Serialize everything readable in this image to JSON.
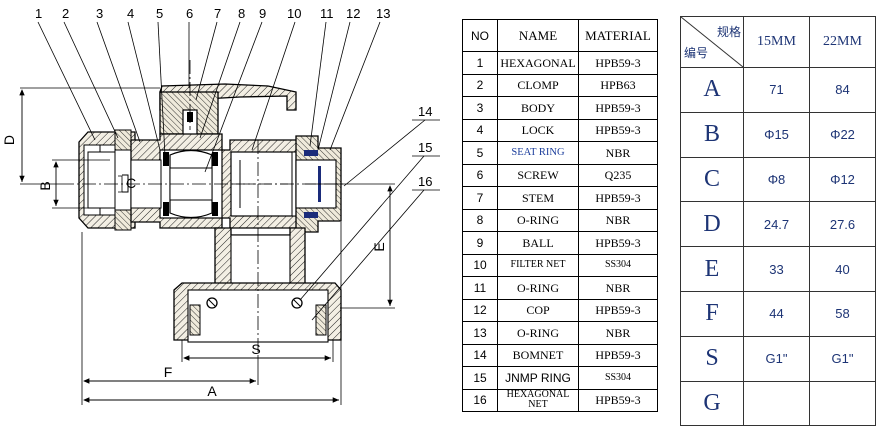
{
  "callouts": [
    "1",
    "2",
    "3",
    "4",
    "5",
    "6",
    "7",
    "8",
    "9",
    "10",
    "11",
    "12",
    "13",
    "14",
    "15",
    "16"
  ],
  "dimension_labels": {
    "D": "D",
    "B": "B",
    "C": "C",
    "E": "E",
    "S": "S",
    "F": "F",
    "A": "A"
  },
  "parts_table": {
    "headers": {
      "no": "NO",
      "name": "NAME",
      "material": "MATERIAL"
    },
    "rows": [
      {
        "no": "1",
        "name": "HEXAGONAL",
        "material": "HPB59-3"
      },
      {
        "no": "2",
        "name": "CLOMP",
        "material": "HPB63"
      },
      {
        "no": "3",
        "name": "BODY",
        "material": "HPB59-3"
      },
      {
        "no": "4",
        "name": "LOCK",
        "material": "HPB59-3"
      },
      {
        "no": "5",
        "name": "SEAT RING",
        "material": "NBR"
      },
      {
        "no": "6",
        "name": "SCREW",
        "material": "Q235"
      },
      {
        "no": "7",
        "name": "STEM",
        "material": "HPB59-3"
      },
      {
        "no": "8",
        "name": "O-RING",
        "material": "NBR"
      },
      {
        "no": "9",
        "name": "BALL",
        "material": "HPB59-3"
      },
      {
        "no": "10",
        "name": "FILTER NET",
        "material": "SS304"
      },
      {
        "no": "11",
        "name": "O-RING",
        "material": "NBR"
      },
      {
        "no": "12",
        "name": "COP",
        "material": "HPB59-3"
      },
      {
        "no": "13",
        "name": "O-RING",
        "material": "NBR"
      },
      {
        "no": "14",
        "name": "BOMNET",
        "material": "HPB59-3"
      },
      {
        "no": "15",
        "name": "JNMP RING",
        "material": "SS304"
      },
      {
        "no": "16",
        "name": "HEXAGONAL NET",
        "material": "HPB59-3"
      }
    ]
  },
  "dim_table": {
    "header_spec": "规格",
    "header_code": "编号",
    "sizes": [
      "15MM",
      "22MM"
    ],
    "rows": [
      {
        "key": "A",
        "v15": "71",
        "v22": "84"
      },
      {
        "key": "B",
        "v15": "Φ15",
        "v22": "Φ22"
      },
      {
        "key": "C",
        "v15": "Φ8",
        "v22": "Φ12"
      },
      {
        "key": "D",
        "v15": "24.7",
        "v22": "27.6"
      },
      {
        "key": "E",
        "v15": "33",
        "v22": "40"
      },
      {
        "key": "F",
        "v15": "44",
        "v22": "58"
      },
      {
        "key": "S",
        "v15": "G1\"",
        "v22": "G1\""
      },
      {
        "key": "G",
        "v15": "",
        "v22": ""
      }
    ]
  }
}
